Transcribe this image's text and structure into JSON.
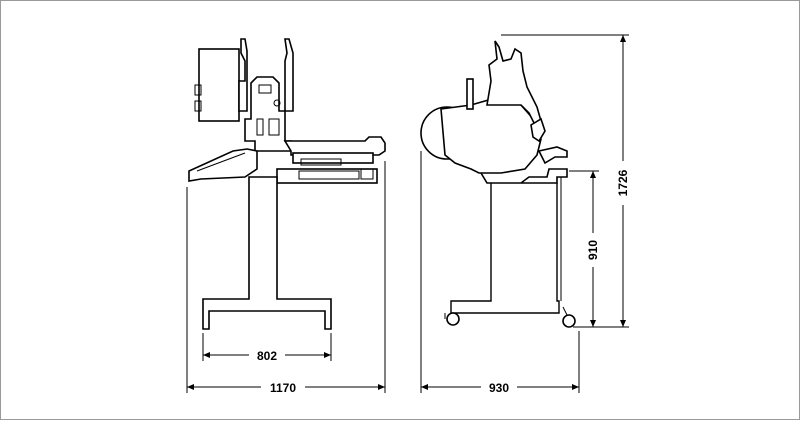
{
  "dimensions": {
    "front_base_width": "802",
    "front_overall_width": "1170",
    "side_depth": "930",
    "side_table_height": "910",
    "side_overall_height": "1726"
  }
}
